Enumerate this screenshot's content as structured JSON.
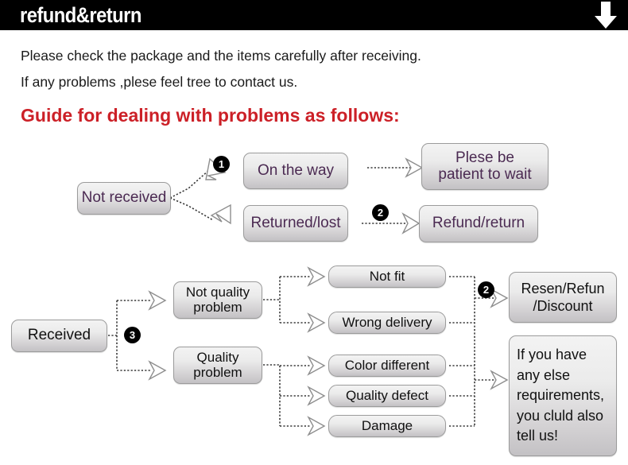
{
  "header": {
    "title": "refund&return",
    "arrow_icon": "down-arrow-icon"
  },
  "intro": {
    "line1": "Please check the package and the items carefully after receiving.",
    "line2": "If any problems ,plese feel tree to contact us.",
    "heading": "Guide for dealing with problems as follows:"
  },
  "colors": {
    "header_background": "#000000",
    "header_text": "#ffffff",
    "heading_red": "#cc2027",
    "box_text_purple": "#4b2a52",
    "box_text_black": "#111111",
    "box_fill_top": "#f3f3f3",
    "box_fill_bottom": "#c3c1c4",
    "box_border": "#9b9b9b",
    "badge_fill": "#000000"
  },
  "flow_top": {
    "source": "Not received",
    "branches": [
      {
        "state": "On the way",
        "badge": "1",
        "outcome": "Plese be\npatient to wait"
      },
      {
        "state": "Returned/lost",
        "badge": "2",
        "outcome": "Refund/return"
      }
    ]
  },
  "flow_bottom": {
    "source": "Received",
    "badge": "3",
    "categories": [
      {
        "label": "Not quality\nproblem",
        "issues": [
          "Not fit",
          "Wrong delivery"
        ]
      },
      {
        "label": "Quality\nproblem",
        "issues": [
          "Color different",
          "Quality defect",
          "Damage"
        ]
      }
    ],
    "merge_badge": "2",
    "outcomes": [
      "Resen/Refun\n/Discount",
      "If you have\nany else\nrequirements,\nyou cluld also\ntell us!"
    ]
  }
}
